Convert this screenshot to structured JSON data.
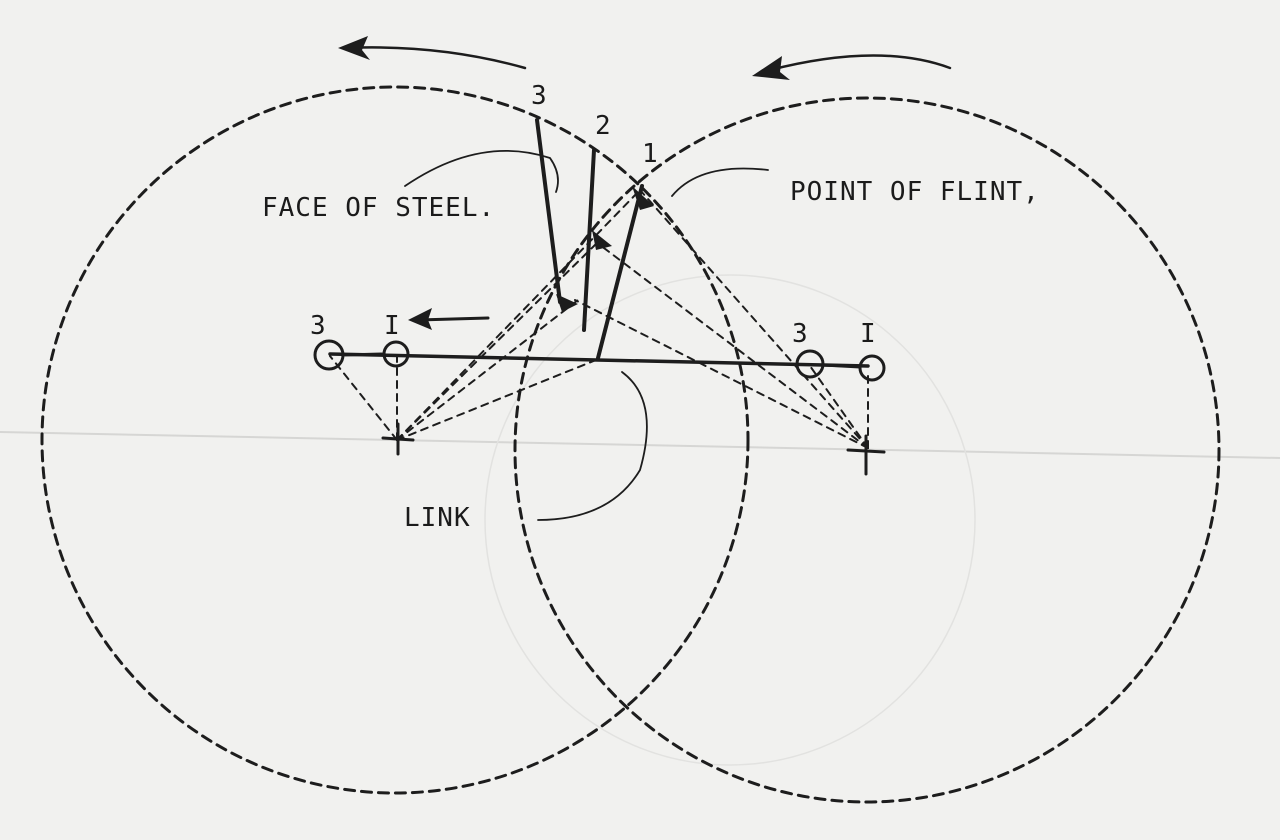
{
  "labels": {
    "face_of_steel": "FACE OF STEEL.",
    "point_of_flint": "POINT OF FLINT,",
    "link": "LINK"
  },
  "positions": {
    "steel_3": "3",
    "steel_2": "2",
    "steel_1": "1",
    "left_pivot_3": "3",
    "left_pivot_1": "I",
    "right_pivot_3": "3",
    "right_pivot_1": "I"
  }
}
